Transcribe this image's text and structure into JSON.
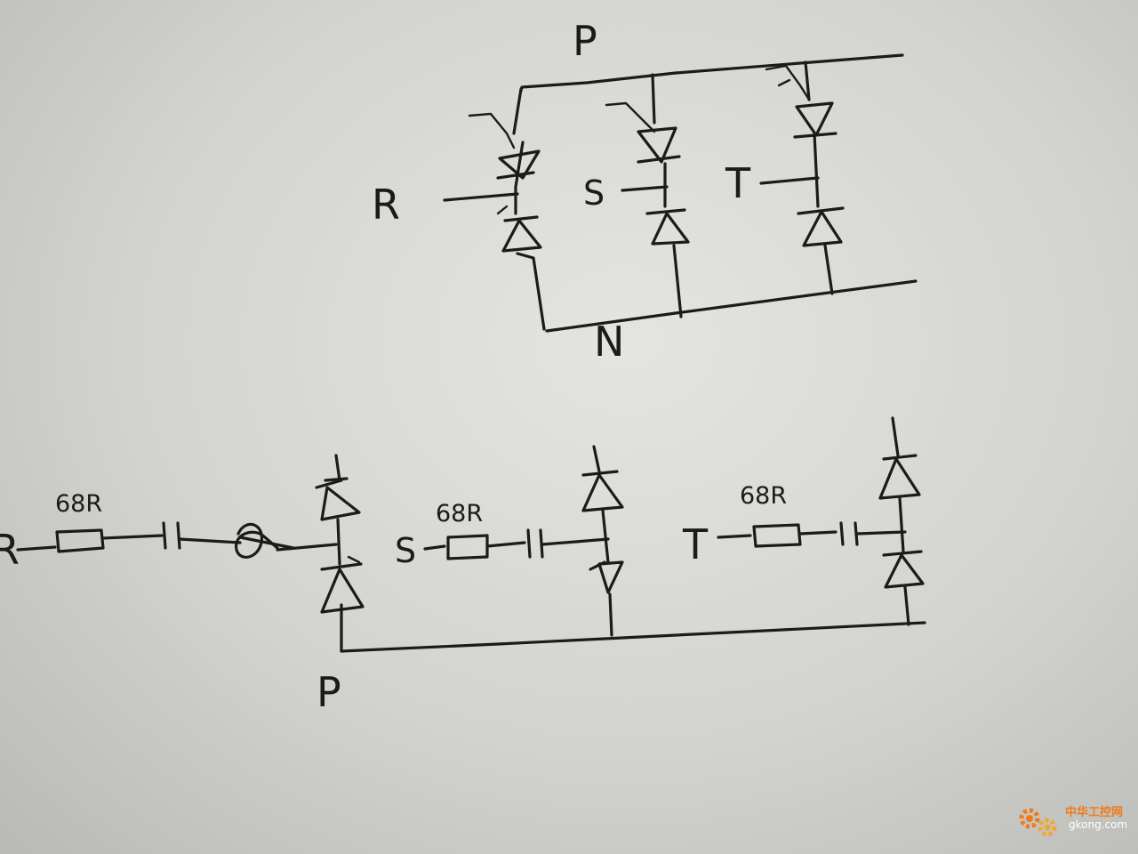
{
  "top_circuit": {
    "bus_top_label": "P",
    "bus_bottom_label": "N",
    "phase_labels": [
      "R",
      "S",
      "T"
    ]
  },
  "bottom_circuit": {
    "phase_labels": [
      "R",
      "S",
      "T"
    ],
    "resistor_labels": [
      "68R",
      "68R",
      "68R"
    ],
    "bus_label": "P"
  },
  "watermark": {
    "text_cn": "中华工控网",
    "text_en": "gkong.com"
  },
  "colors": {
    "ink": "#1b1b1b",
    "paper": "#dcdcd8",
    "watermark_orange": "#f07a1a"
  }
}
